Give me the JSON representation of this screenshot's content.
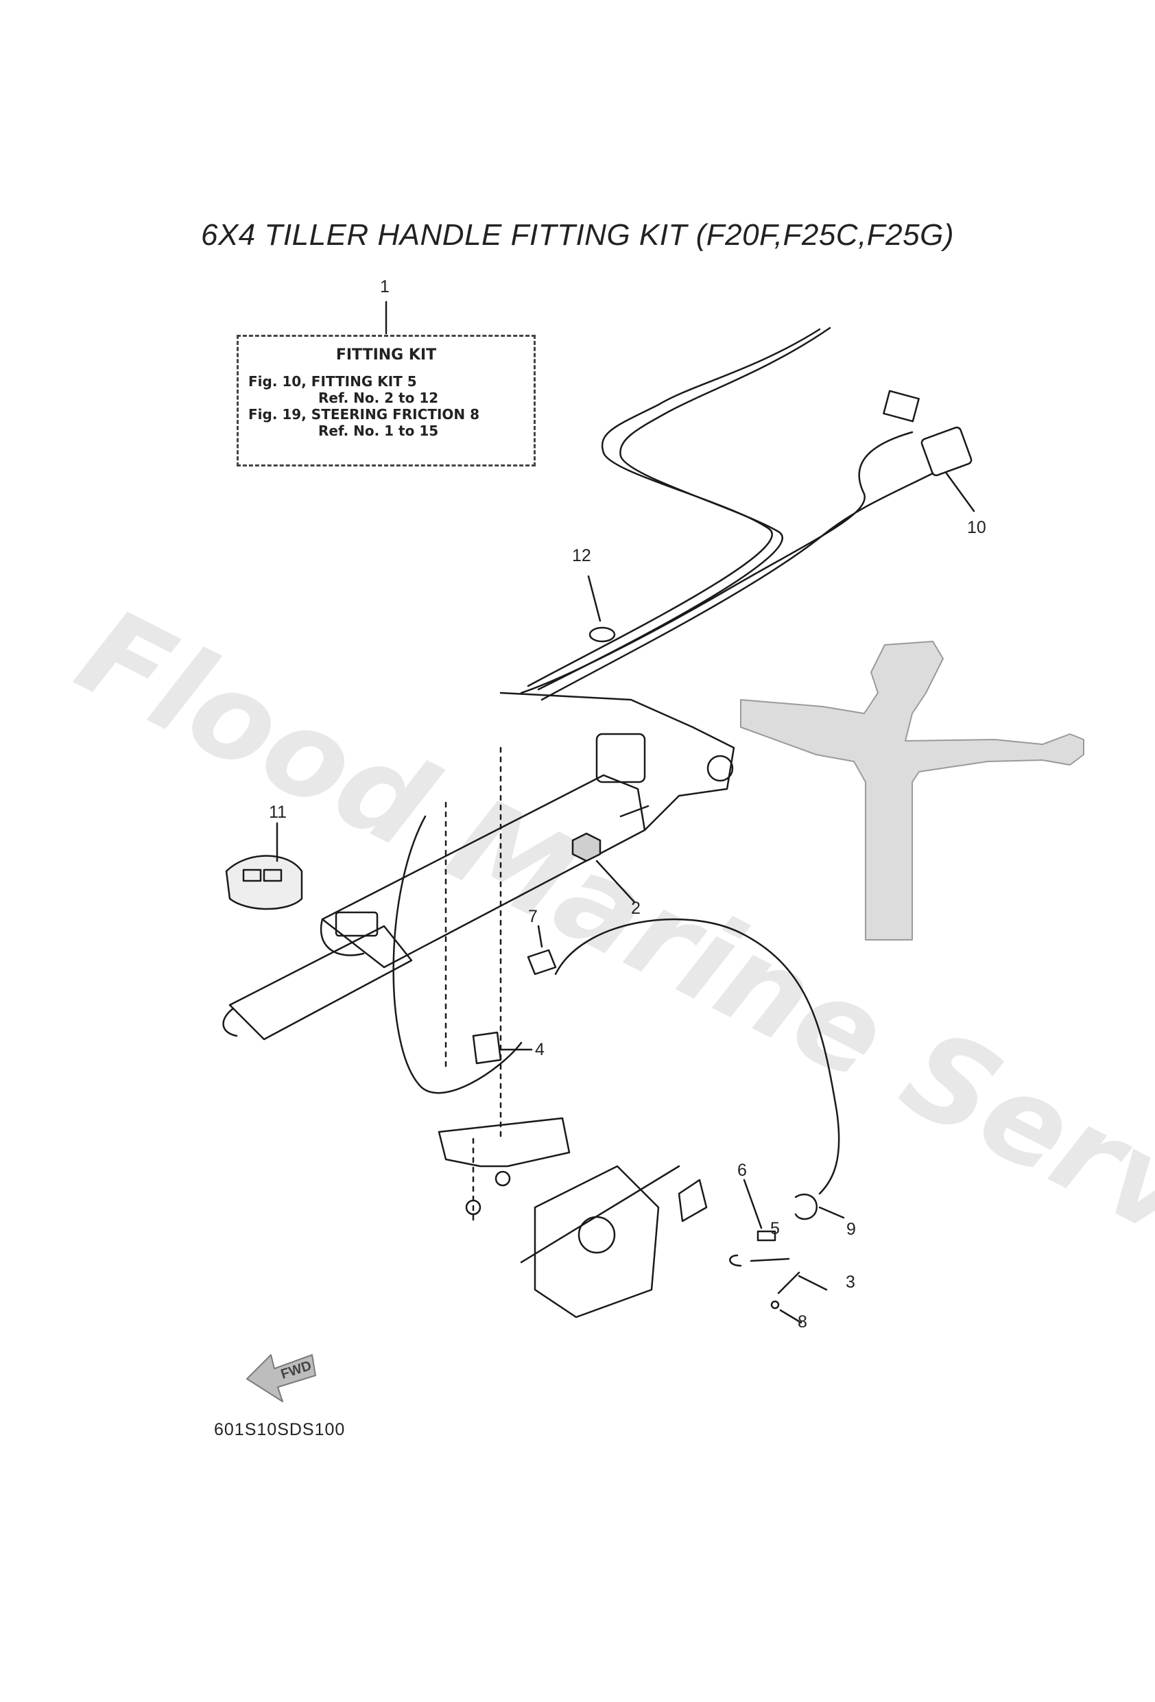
{
  "title": "6X4 TILLER HANDLE FITTING KIT (F20F,F25C,F25G)",
  "kit_box": {
    "heading": "FITTING KIT",
    "line1": "Fig. 10, FITTING KIT 5",
    "line2": "Ref. No. 2 to 12",
    "line3": "Fig. 19, STEERING FRICTION 8",
    "line4": "Ref. No. 1 to 15"
  },
  "callouts": {
    "c1": "1",
    "c2": "2",
    "c3": "3",
    "c4": "4",
    "c5": "5",
    "c6": "6",
    "c7": "7",
    "c8": "8",
    "c9": "9",
    "c10": "10",
    "c11": "11",
    "c12": "12"
  },
  "direction_label": "FWD",
  "diagram_code": "601S10SDS100",
  "watermark": "Flood Marine Services",
  "colors": {
    "ink": "#1a1a1a",
    "shade": "#bdbdbd",
    "watermark": "#c8c8c8"
  }
}
